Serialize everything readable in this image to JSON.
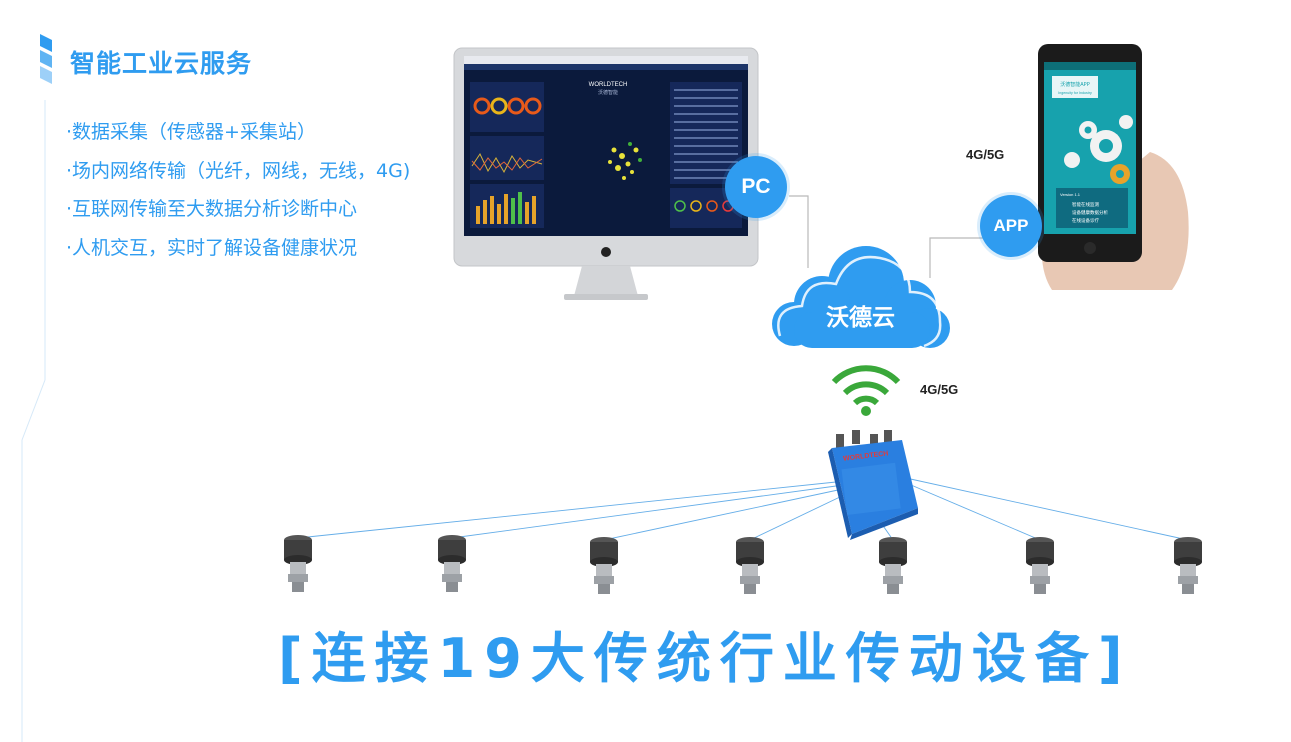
{
  "title": "智能工业云服务",
  "bullets": [
    "·数据采集（传感器+采集站）",
    "·场内网络传输（光纤，网线，无线，4G)",
    "·互联网传输至大数据分析诊断中心",
    "·人机交互，实时了解设备健康状况"
  ],
  "nodes": {
    "pc": "PC",
    "app": "APP",
    "cloud": "沃德云"
  },
  "network_labels": {
    "phone_link": "4G/5G",
    "station_link": "4G/5G"
  },
  "monitor": {
    "brand": "WORLDTECH",
    "subtitle": "沃德智能"
  },
  "phone": {
    "app_name": "沃德智能APP",
    "tagline": "Ingenuity for Industry",
    "version": "Version 1.1",
    "caption_1": "智能在线监测",
    "caption_2": "设备健康数据分析",
    "caption_3": "在线设备诊疗"
  },
  "station": {
    "brand": "WORLDTECH"
  },
  "sensor_count": 7,
  "banner": "[连接19大传统行业传动设备]",
  "colors": {
    "accent": "#2f9cf0",
    "wifi": "#3aa83a",
    "station": "#2a7fe0"
  }
}
